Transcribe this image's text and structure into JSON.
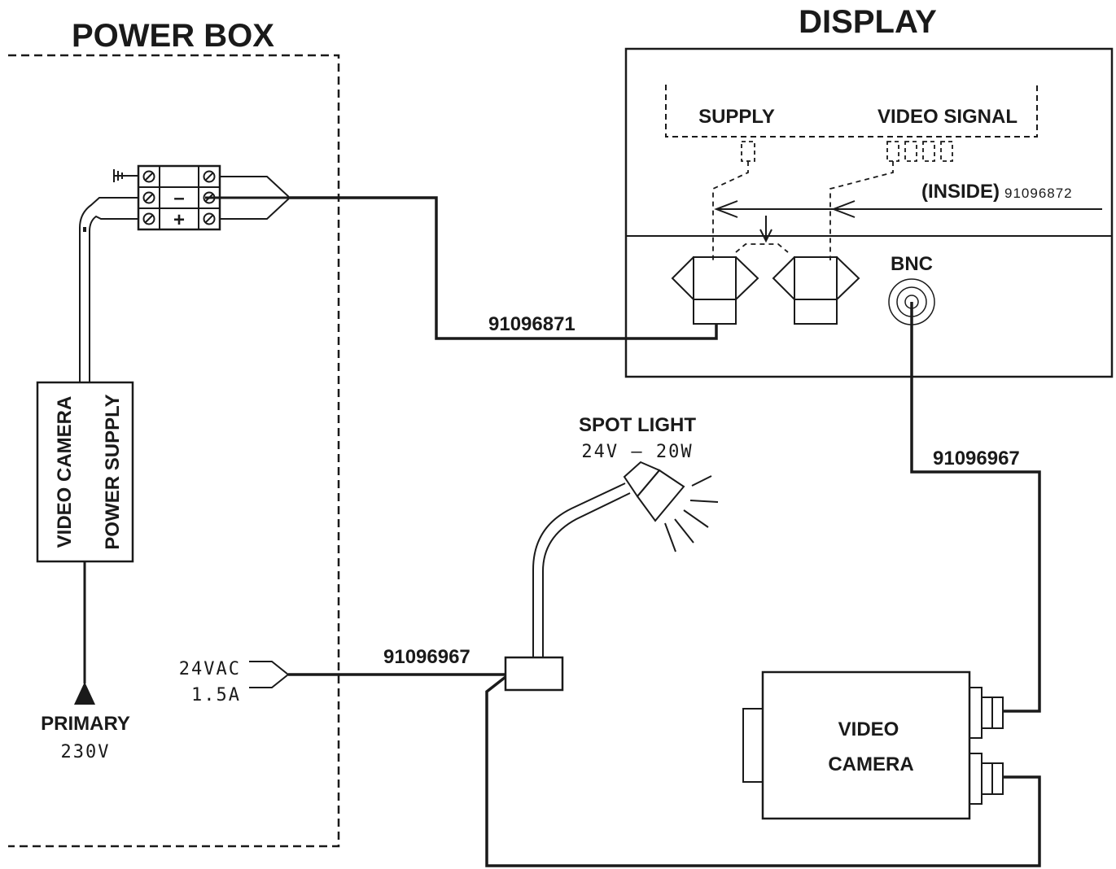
{
  "labels": {
    "power_box": "POWER BOX",
    "display": "DISPLAY",
    "supply": "SUPPLY",
    "video_signal": "VIDEO SIGNAL",
    "inside": "(INSIDE)",
    "inside_code": "91096872",
    "bnc": "BNC",
    "cable_display": "91096871",
    "cable_bnc": "91096967",
    "cable_spot": "91096967",
    "psu_line1": "VIDEO CAMERA",
    "psu_line2": "POWER SUPPLY",
    "spot_title": "SPOT LIGHT",
    "spot_rating": "24V  – 20W",
    "vac": "24VAC",
    "amps": "1.5A",
    "primary": "PRIMARY",
    "primary_v": "230V",
    "camera_line1": "VIDEO",
    "camera_line2": "CAMERA",
    "terminal_minus": "–",
    "terminal_plus": "+"
  },
  "colors": {
    "ink": "#1a1a1a",
    "background": "#ffffff"
  }
}
